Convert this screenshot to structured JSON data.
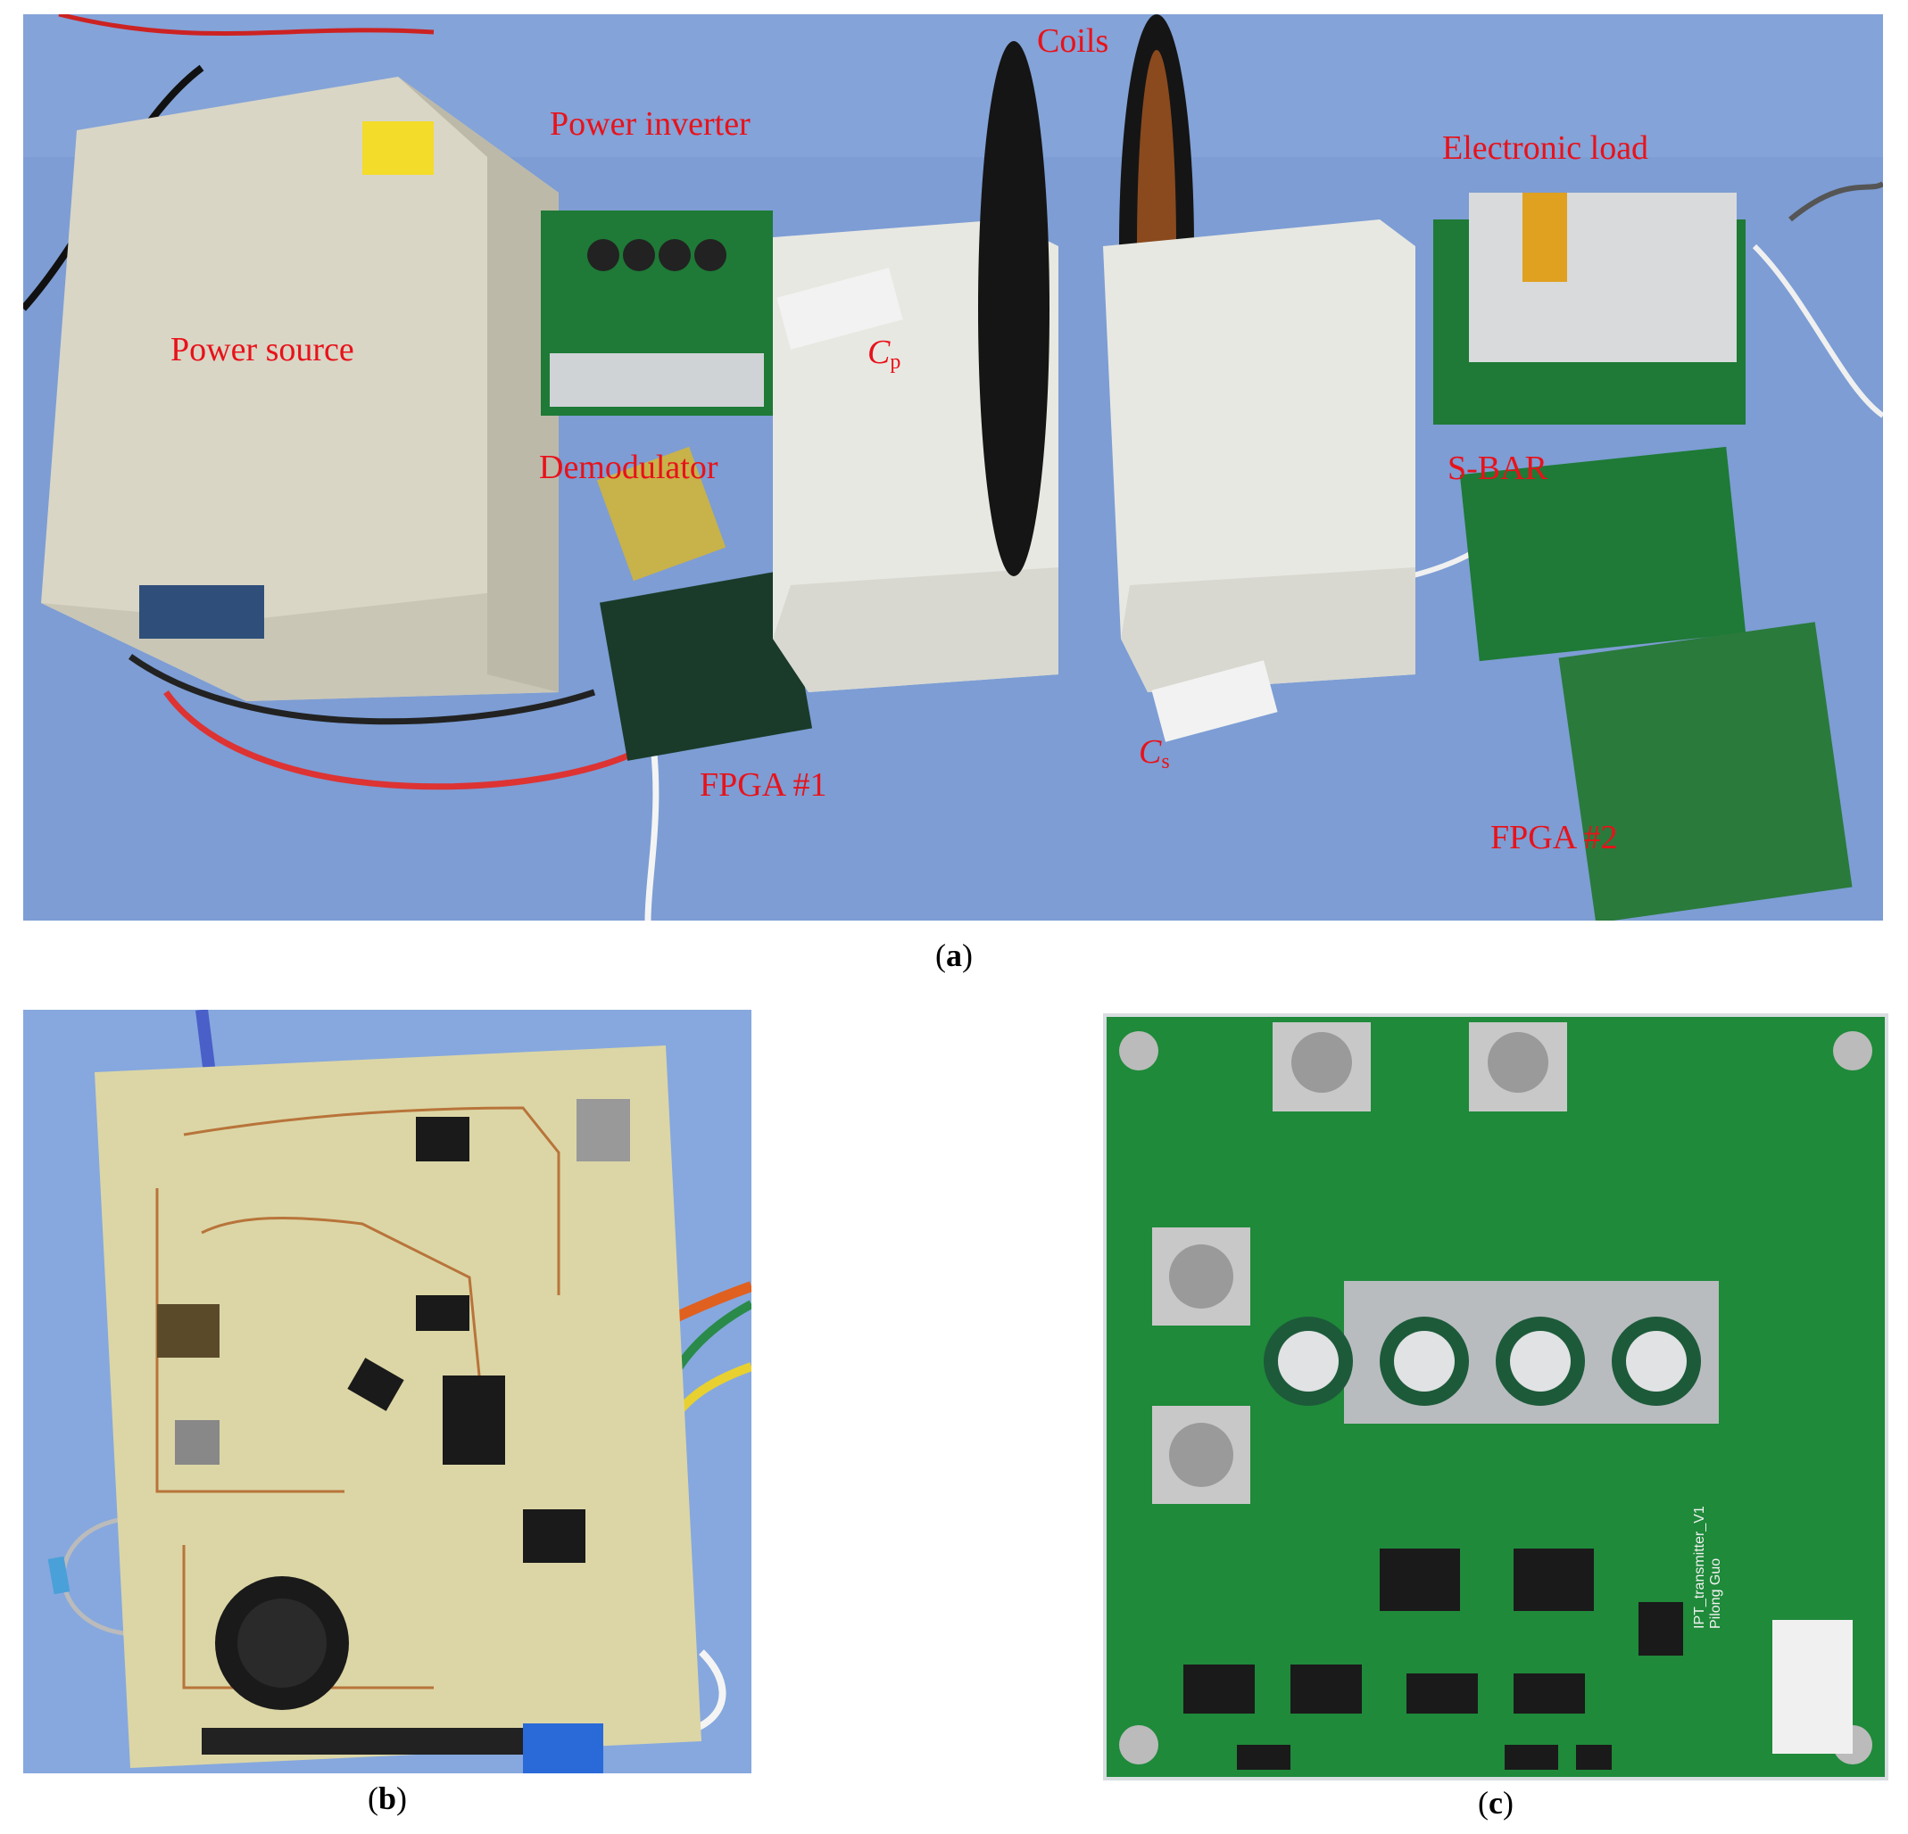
{
  "figure": {
    "panels": [
      {
        "id": "a",
        "caption_open": "(",
        "caption_letter": "a",
        "caption_close": ")",
        "labels": {
          "power_source": "Power source",
          "power_inverter": "Power inverter",
          "coils": "Coils",
          "cp_symbol": "C",
          "cp_subscript": "p",
          "electronic_load": "Electronic load",
          "demodulator": "Demodulator",
          "s_bar": "S-BAR",
          "fpga1": "FPGA #1",
          "cs_symbol": "C",
          "cs_subscript": "s",
          "fpga2": "FPGA #2"
        }
      },
      {
        "id": "b",
        "caption_open": "(",
        "caption_letter": "b",
        "caption_close": ")"
      },
      {
        "id": "c",
        "caption_open": "(",
        "caption_letter": "c",
        "caption_close": ")",
        "pcb_silkscreen_line1": "IPT_transmitter_V1",
        "pcb_silkscreen_line2": "Pilong Guo"
      }
    ],
    "colors": {
      "label_red": "#e8121a",
      "background_blue": "#7f9fd6",
      "pcb_green": "#1f8a3a",
      "perfboard": "#dcd6a6"
    }
  }
}
